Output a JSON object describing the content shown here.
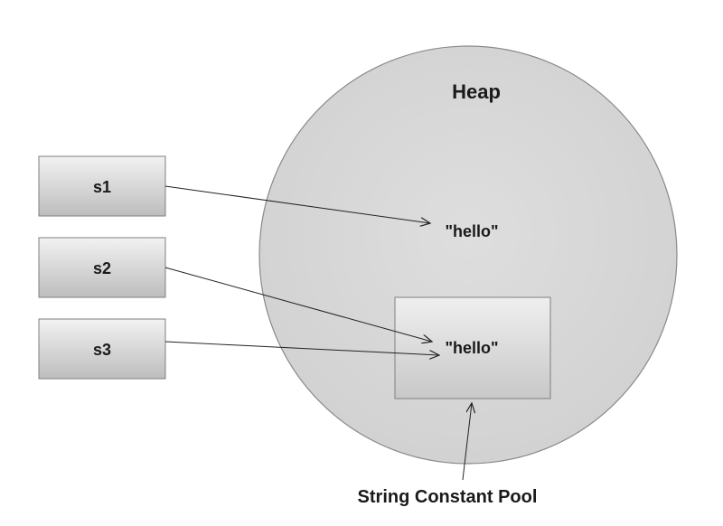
{
  "heap": {
    "title": "Heap",
    "string_value": "\"hello\""
  },
  "string_constant_pool": {
    "value": "\"hello\"",
    "caption": "String Constant Pool"
  },
  "variables": [
    {
      "name": "s1",
      "points_to": "heap"
    },
    {
      "name": "s2",
      "points_to": "string_constant_pool"
    },
    {
      "name": "s3",
      "points_to": "string_constant_pool"
    }
  ],
  "colors": {
    "box_top": "#f2f2f2",
    "box_bottom": "#bdbdbd",
    "heap_fill": "#d9d9d9",
    "border": "#7f7f7f"
  }
}
